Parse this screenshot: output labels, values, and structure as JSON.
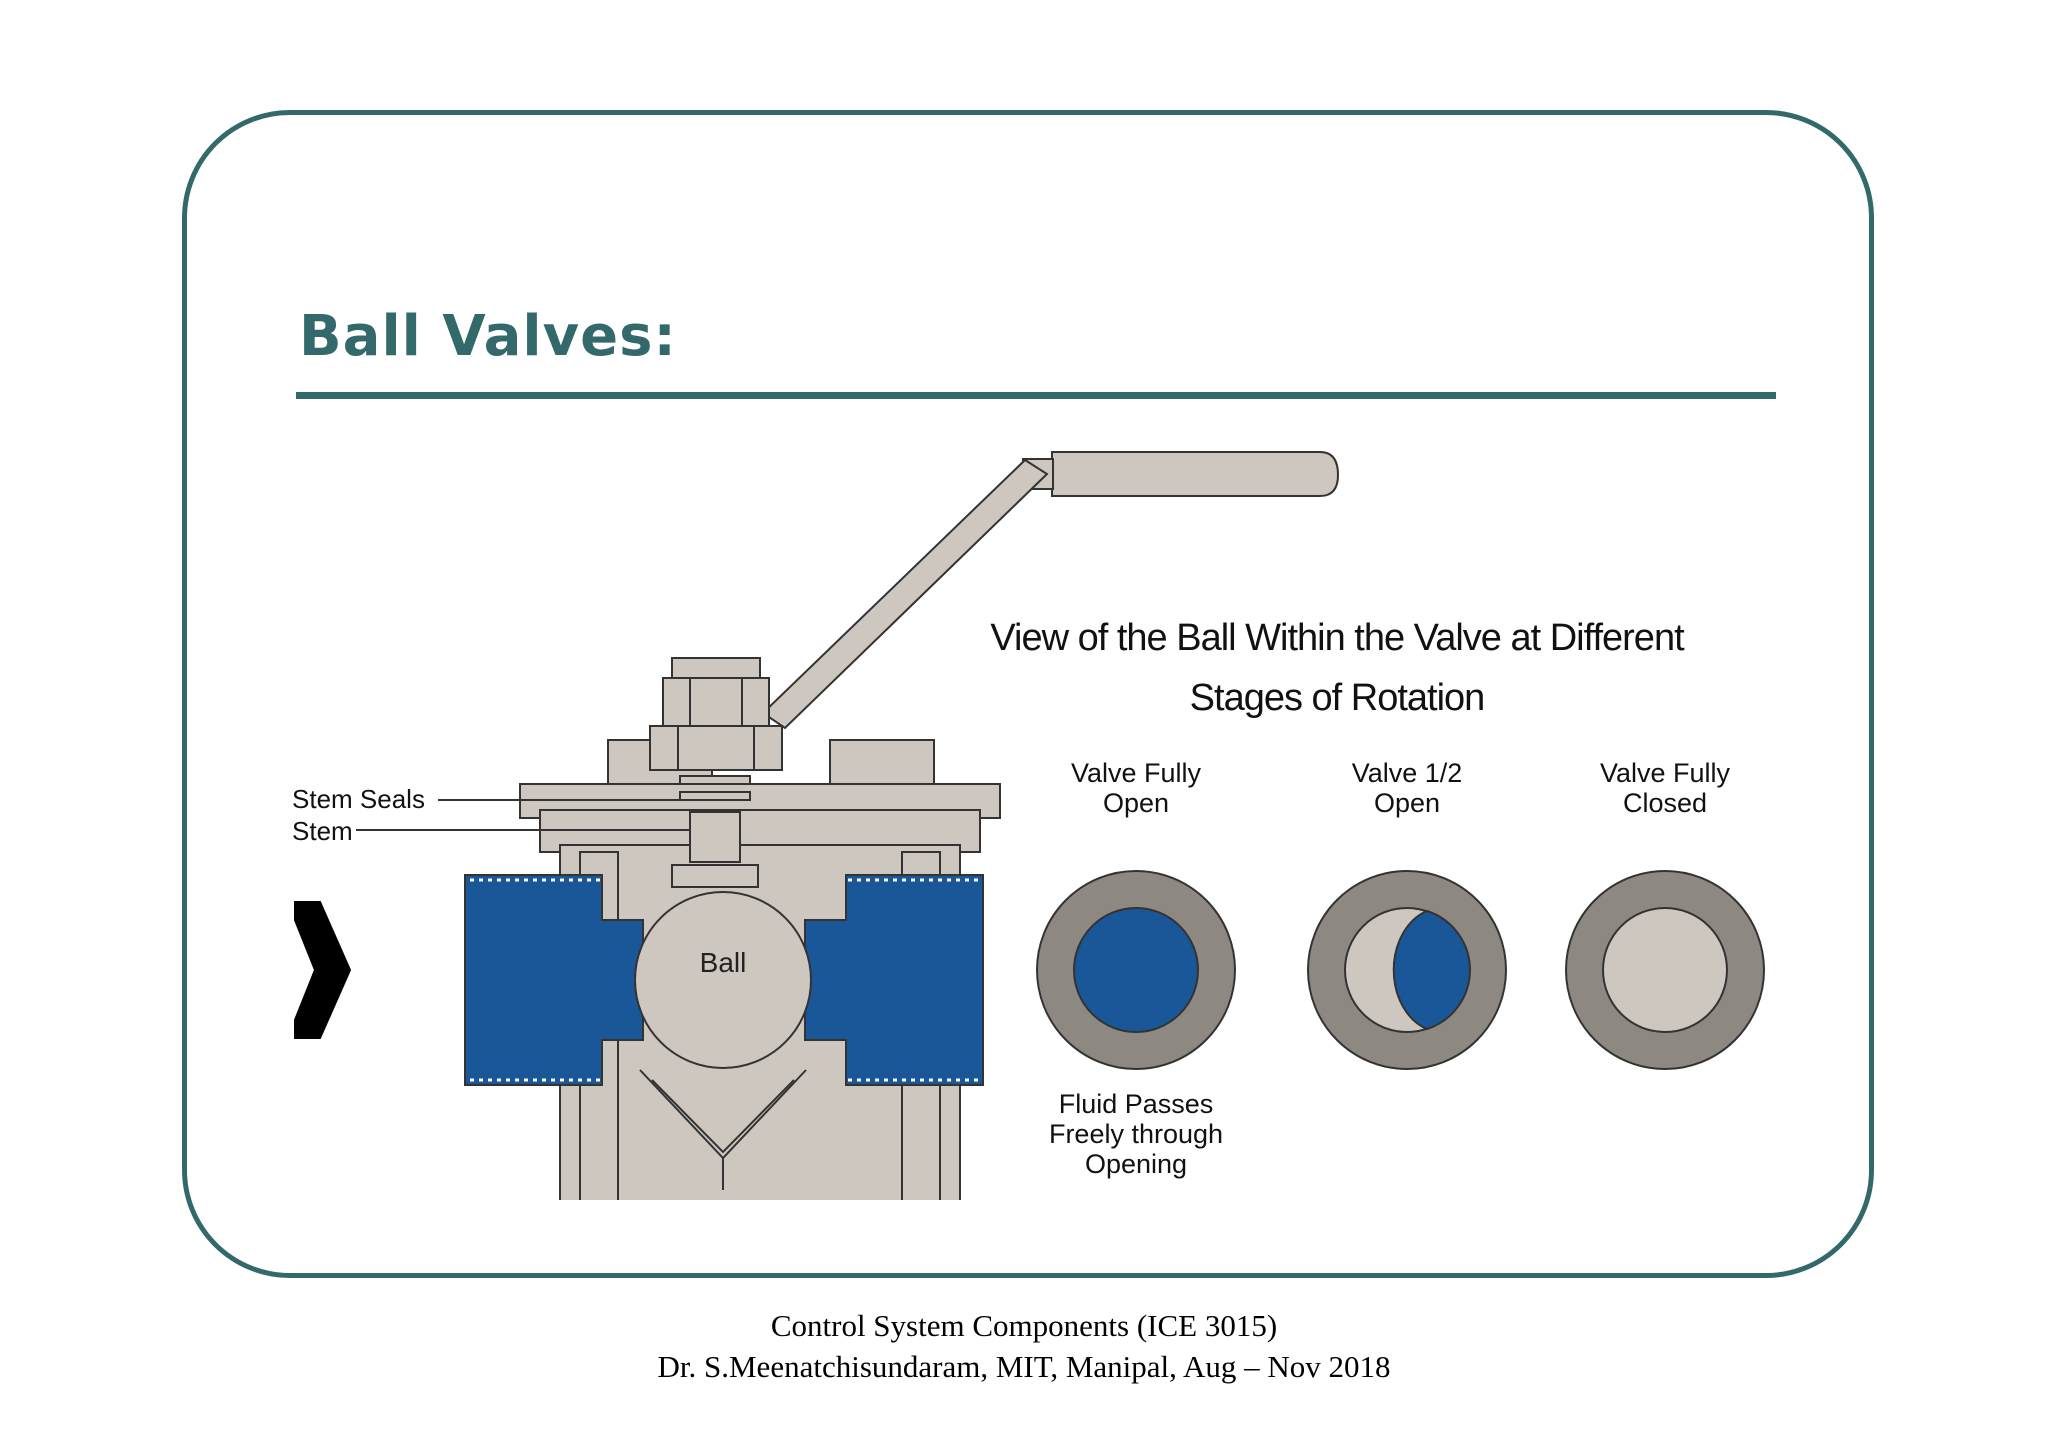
{
  "slide": {
    "title": "Ball Valves:",
    "footer_line1": "Control System Components (ICE 3015)",
    "footer_line2": "Dr. S.Meenatchisundaram, MIT, Manipal, Aug – Nov 2018"
  },
  "diagram": {
    "heading_line1": "View of the Ball Within the Valve at Different",
    "heading_line2": "Stages of Rotation",
    "labels": {
      "stem_seals": "Stem Seals",
      "stem": "Stem",
      "ball": "Ball"
    },
    "stages": [
      {
        "line1": "Valve Fully",
        "line2": "Open"
      },
      {
        "line1": "Valve 1/2",
        "line2": "Open"
      },
      {
        "line1": "Valve Fully",
        "line2": "Closed"
      }
    ],
    "caption": [
      "Fluid Passes",
      "Freely through",
      "Opening"
    ],
    "colors": {
      "fluid": "#1a5799",
      "metal": "#cdc7c0",
      "ring": "#8e8883",
      "outline": "#333333",
      "accent": "#33696a"
    }
  }
}
